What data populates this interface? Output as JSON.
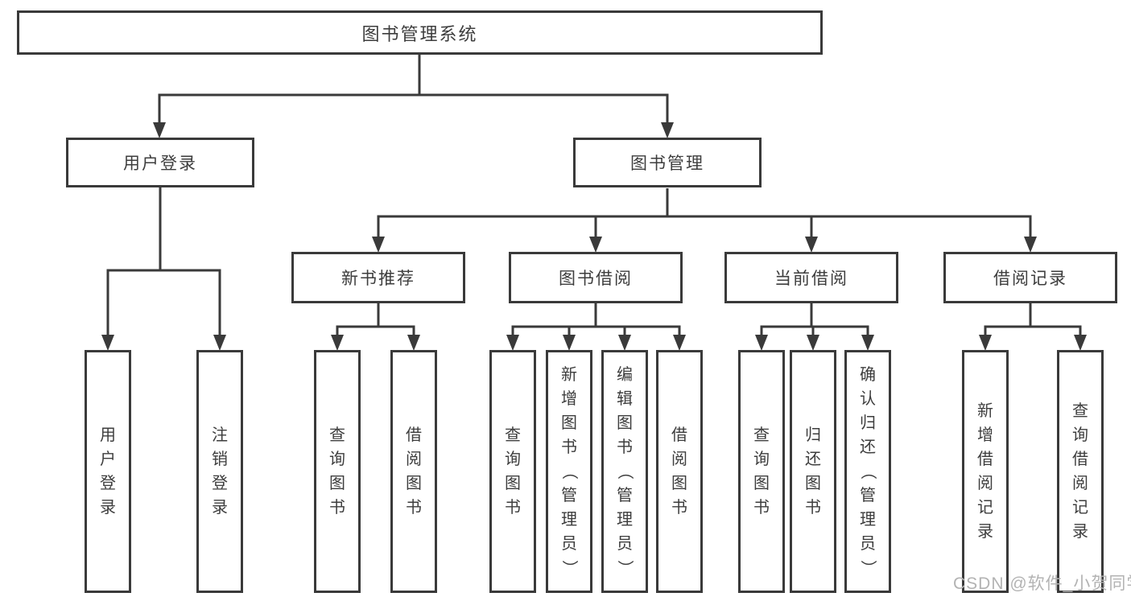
{
  "tree": {
    "root": {
      "label": "图书管理系统"
    },
    "branches": [
      {
        "label": "用户登录",
        "children": [
          {
            "label": "用户登录"
          },
          {
            "label": "注销登录"
          }
        ]
      },
      {
        "label": "图书管理",
        "groups": [
          {
            "label": "新书推荐",
            "children": [
              {
                "label": "查询图书"
              },
              {
                "label": "借阅图书"
              }
            ]
          },
          {
            "label": "图书借阅",
            "children": [
              {
                "label": "查询图书"
              },
              {
                "label": "新增图书（管理员）"
              },
              {
                "label": "编辑图书（管理员）"
              },
              {
                "label": "借阅图书"
              }
            ]
          },
          {
            "label": "当前借阅",
            "children": [
              {
                "label": "查询图书"
              },
              {
                "label": "归还图书"
              },
              {
                "label": "确认归还（管理员）"
              }
            ]
          },
          {
            "label": "借阅记录",
            "children": [
              {
                "label": "新增借阅记录"
              },
              {
                "label": "查询借阅记录"
              }
            ]
          }
        ]
      }
    ]
  },
  "watermark": "CSDN @软件_小贺同学",
  "colors": {
    "line": "#3a3a3a",
    "text": "#3d3d3d",
    "background": "#ffffff",
    "watermark": "#b3b3b3"
  }
}
